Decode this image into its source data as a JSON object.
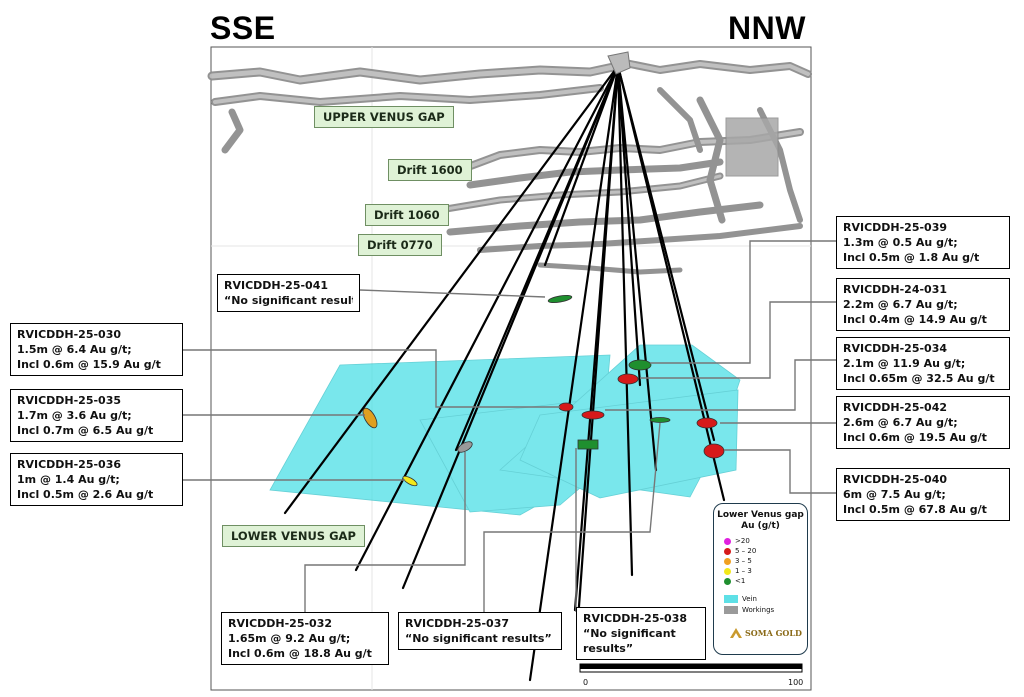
{
  "orientation": {
    "left": "SSE",
    "right": "NNW"
  },
  "section_labels": {
    "upper_venus_gap": "UPPER VENUS GAP",
    "drift_1600": "Drift 1600",
    "drift_1060": "Drift 1060",
    "drift_0770": "Drift 0770",
    "lower_venus_gap": "LOWER VENUS GAP"
  },
  "callouts": {
    "h039": {
      "id": "RVICDDH-25-039",
      "l1": "1.3m @ 0.5 Au g/t;",
      "l2": "Incl 0.5m @ 1.8 Au g/t"
    },
    "h041": {
      "id": "RVICDDH-25-041",
      "l1": "“No significant results”"
    },
    "h031": {
      "id": "RVICDDH-24-031",
      "l1": "2.2m @ 6.7 Au g/t;",
      "l2": "Incl 0.4m @ 14.9 Au g/t"
    },
    "h030": {
      "id": "RVICDDH-25-030",
      "l1": "1.5m @ 6.4 Au g/t;",
      "l2": "Incl 0.6m @ 15.9 Au g/t"
    },
    "h034": {
      "id": "RVICDDH-25-034",
      "l1": "2.1m @ 11.9 Au g/t;",
      "l2": "Incl 0.65m @ 32.5 Au g/t"
    },
    "h035": {
      "id": "RVICDDH-25-035",
      "l1": "1.7m @ 3.6 Au g/t;",
      "l2": "Incl 0.7m @ 6.5 Au g/t"
    },
    "h042": {
      "id": "RVICDDH-25-042",
      "l1": "2.6m @ 6.7 Au g/t;",
      "l2": "Incl 0.6m @ 19.5 Au g/t"
    },
    "h036": {
      "id": "RVICDDH-25-036",
      "l1": "1m @ 1.4 Au g/t;",
      "l2": "Incl 0.5m @ 2.6 Au g/t"
    },
    "h040": {
      "id": "RVICDDH-25-040",
      "l1": "6m @ 7.5 Au g/t;",
      "l2": "Incl 0.5m @ 67.8 Au g/t"
    },
    "h032": {
      "id": "RVICDDH-25-032",
      "l1": "1.65m @ 9.2 Au g/t;",
      "l2": "Incl 0.6m @ 18.8 Au g/t"
    },
    "h037": {
      "id": "RVICDDH-25-037",
      "l1": "“No significant results”"
    },
    "h038": {
      "id": "RVICDDH-25-038",
      "l1": "“No significant",
      "l2": "results”"
    }
  },
  "legend": {
    "title1": "Lower Venus gap",
    "title2": "Au (g/t)",
    "grades": [
      {
        "label": ">20",
        "color": "#e020e0"
      },
      {
        "label": "5 – 20",
        "color": "#d61a1a"
      },
      {
        "label": "3 – 5",
        "color": "#f0a020"
      },
      {
        "label": "1 – 3",
        "color": "#f2e81a"
      },
      {
        "label": "<1",
        "color": "#1f8f2f"
      }
    ],
    "vein": "Vein",
    "workings": "Workings",
    "vein_color": "#5ee0e6",
    "workings_color": "#9a9a9a",
    "company": "SOMA GOLD"
  },
  "scale": {
    "start": "0",
    "end": "100"
  }
}
